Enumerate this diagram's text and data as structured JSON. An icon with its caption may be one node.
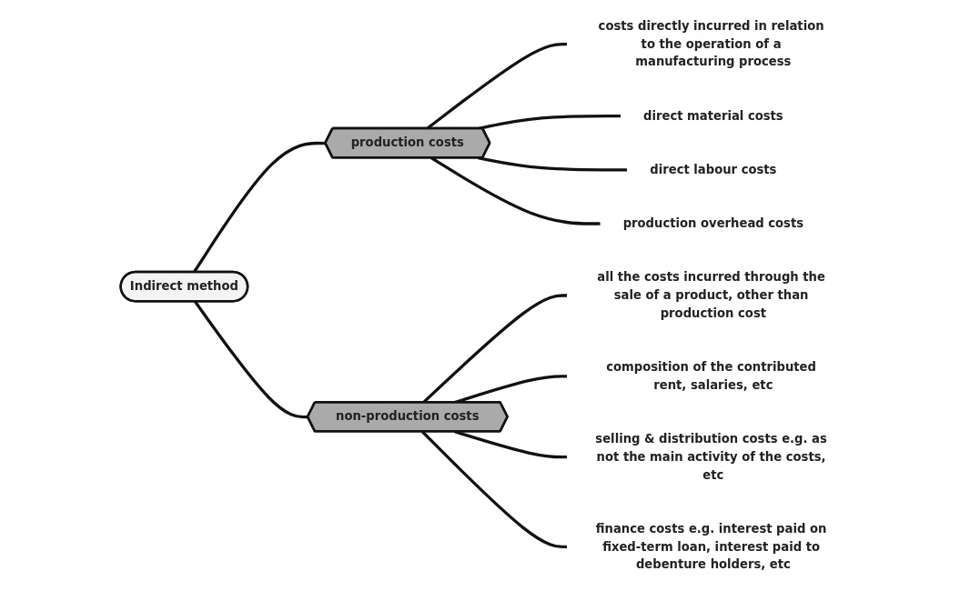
{
  "diagram": {
    "nodes": [
      {
        "text": [
          "Indirect method"
        ]
      },
      {
        "text": [
          "production costs"
        ]
      },
      {
        "text": [
          "costs directly incurred in relation to the operation of a manufacturing process"
        ]
      },
      {
        "text": [
          "direct material costs"
        ]
      },
      {
        "text": [
          "direct labour costs"
        ]
      },
      {
        "text": [
          "production overhead costs"
        ]
      },
      {
        "text": [
          "non-production costs"
        ]
      },
      {
        "text": [
          "all the costs incurred through the sale of a product, other than production cost"
        ]
      },
      {
        "text": [
          "composition of the contributed rent, salaries, etc"
        ]
      },
      {
        "text": [
          "selling & distribution costs e.g. as not the main activity of the costs, etc"
        ]
      },
      {
        "text": [
          "finance costs e.g. interest paid on fixed-term loan, interest paid to debenture holders, etc"
        ]
      }
    ],
    "edges": [
      {
        "from": 0,
        "to": 1,
        "arrow": "none"
      },
      {
        "from": 1,
        "to": 2,
        "arrow": "none"
      },
      {
        "from": 1,
        "to": 3,
        "arrow": "none"
      },
      {
        "from": 1,
        "to": 4,
        "arrow": "none"
      },
      {
        "from": 1,
        "to": 5,
        "arrow": "none"
      },
      {
        "from": 0,
        "to": 6,
        "arrow": "none"
      },
      {
        "from": 6,
        "to": 7,
        "arrow": "none"
      },
      {
        "from": 6,
        "to": 8,
        "arrow": "none"
      },
      {
        "from": 6,
        "to": 9,
        "arrow": "none"
      },
      {
        "from": 6,
        "to": 10,
        "arrow": "none"
      }
    ]
  }
}
